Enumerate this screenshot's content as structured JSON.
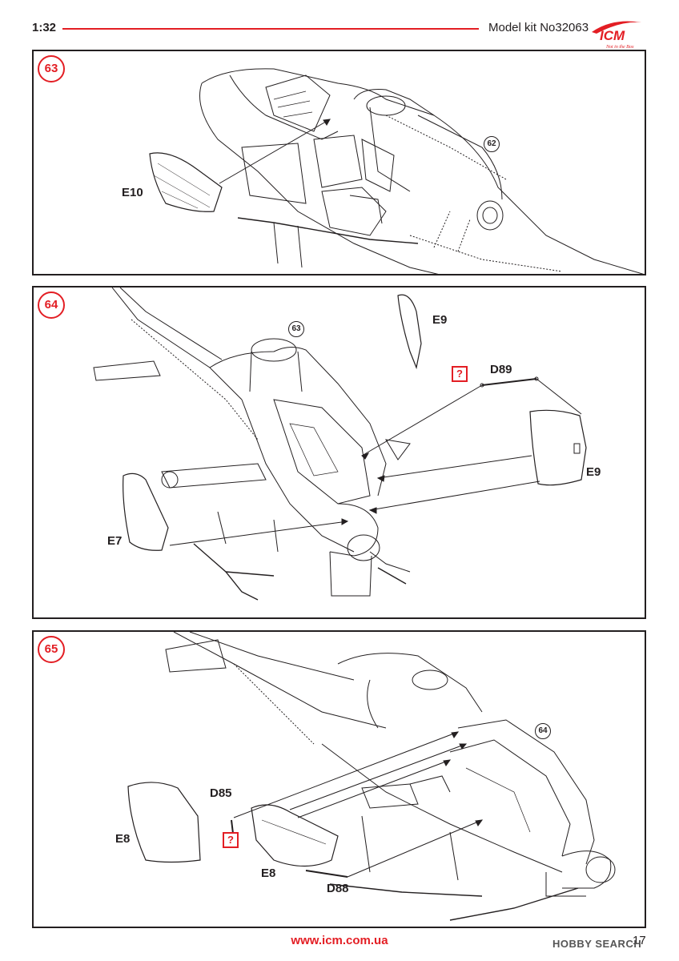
{
  "header": {
    "scale": "1:32",
    "kit": "Model kit No32063",
    "logo_text": "ICM",
    "logo_tagline": "Not in the Box"
  },
  "steps": [
    {
      "number": "63",
      "ref": "62",
      "parts": [
        {
          "label": "E10"
        }
      ]
    },
    {
      "number": "64",
      "ref": "63",
      "question": "?",
      "parts": [
        {
          "label": "E9"
        },
        {
          "label": "D89"
        },
        {
          "label": "E9"
        },
        {
          "label": "E7"
        }
      ]
    },
    {
      "number": "65",
      "ref": "64",
      "question": "?",
      "parts": [
        {
          "label": "D85"
        },
        {
          "label": "E8"
        },
        {
          "label": "E8"
        },
        {
          "label": "D88"
        }
      ]
    }
  ],
  "footer": {
    "url": "www.icm.com.ua",
    "page": "17",
    "watermark": "HOBBY SEARCH"
  },
  "colors": {
    "accent": "#e31e24",
    "ink": "#231f20"
  }
}
